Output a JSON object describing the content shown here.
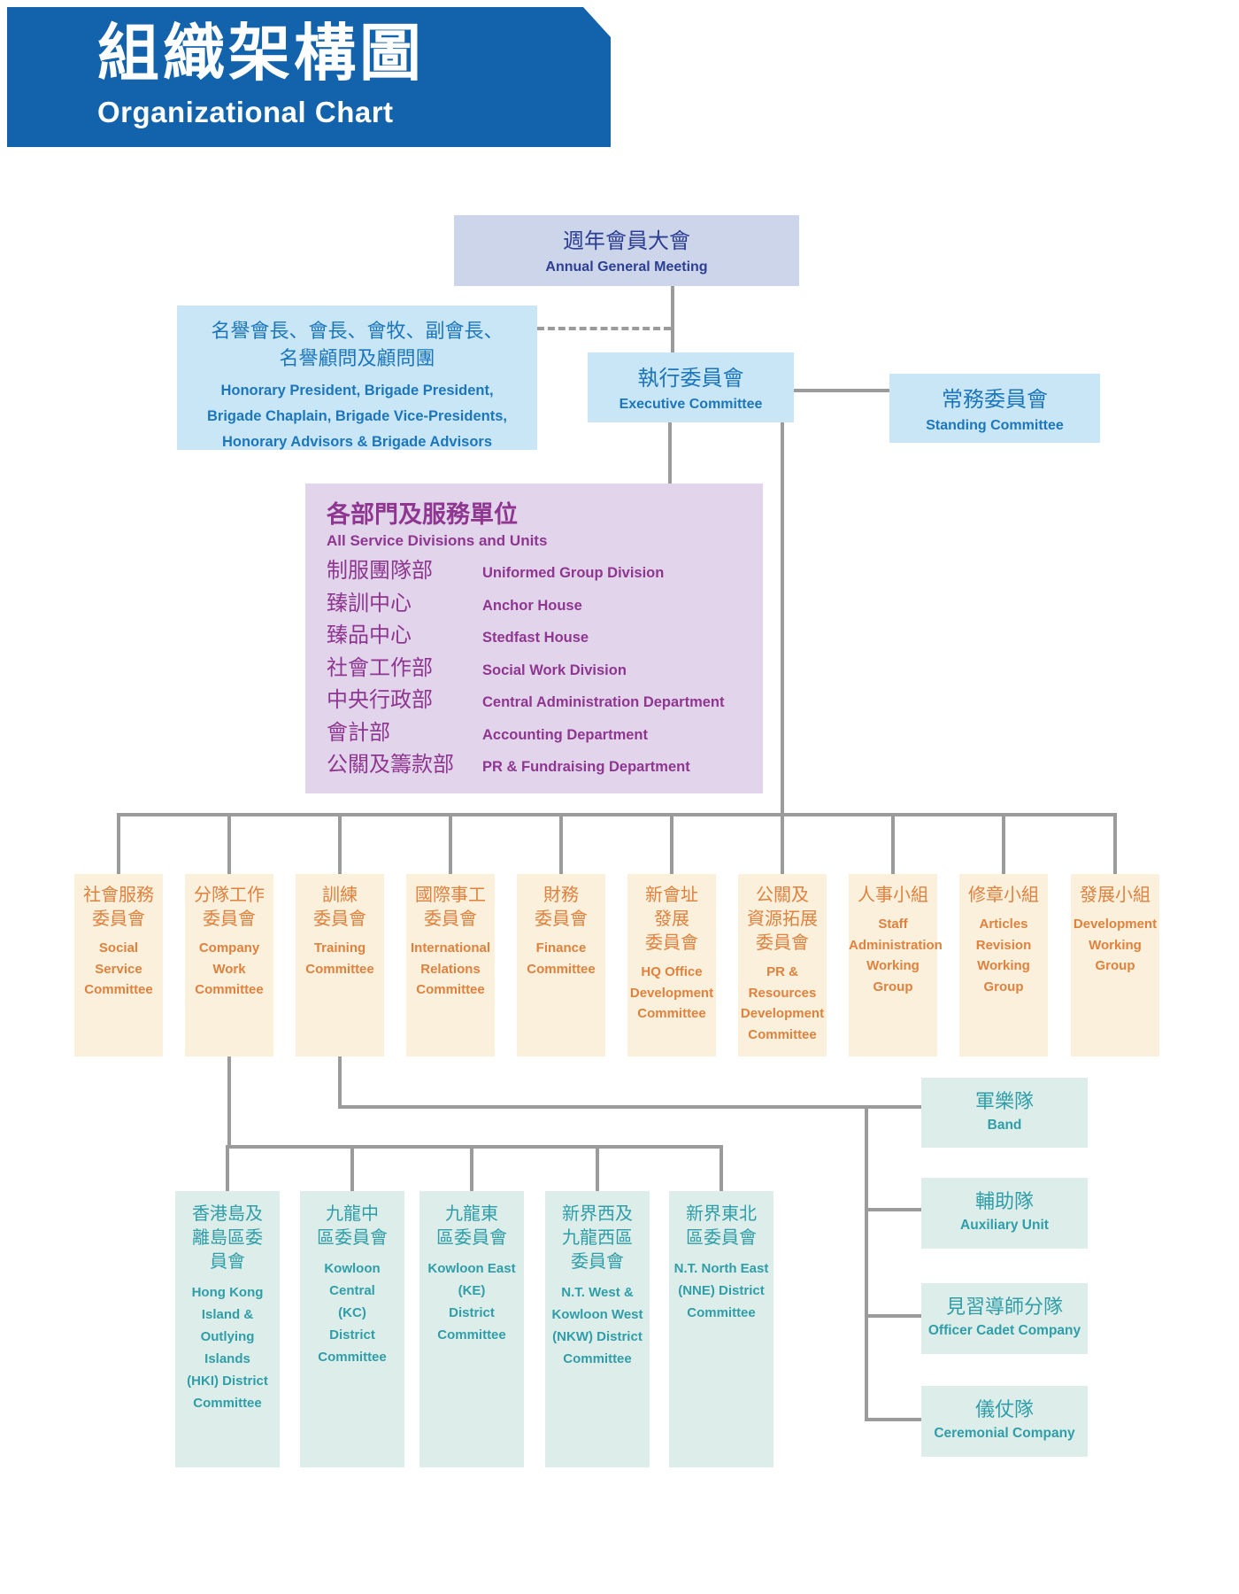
{
  "header": {
    "title_zh": "組織架構圖",
    "title_en": "Organizational Chart"
  },
  "nodes": {
    "agm": {
      "zh": "週年會員大會",
      "en": "Annual General Meeting"
    },
    "honorary": {
      "zh": "名譽會長、會長、會牧、副會長、\n名譽顧問及顧問團",
      "en": "Honorary President, Brigade President,\nBrigade Chaplain, Brigade Vice-Presidents,\nHonorary Advisors & Brigade Advisors"
    },
    "executive": {
      "zh": "執行委員會",
      "en": "Executive Committee"
    },
    "standing": {
      "zh": "常務委員會",
      "en": "Standing Committee"
    },
    "divisions": {
      "title_zh": "各部門及服務單位",
      "title_en": "All Service Divisions and Units",
      "rows": [
        {
          "zh": "制服團隊部",
          "en": "Uniformed Group Division"
        },
        {
          "zh": "臻訓中心",
          "en": "Anchor House"
        },
        {
          "zh": "臻品中心",
          "en": "Stedfast House"
        },
        {
          "zh": "社會工作部",
          "en": "Social Work Division"
        },
        {
          "zh": "中央行政部",
          "en": "Central Administration Department"
        },
        {
          "zh": "會計部",
          "en": "Accounting Department"
        },
        {
          "zh": "公關及籌款部",
          "en": "PR & Fundraising Department"
        }
      ]
    },
    "committees": [
      {
        "zh": "社會服務\n委員會",
        "en": "Social\nService\nCommittee"
      },
      {
        "zh": "分隊工作\n委員會",
        "en": "Company\nWork\nCommittee"
      },
      {
        "zh": "訓練\n委員會",
        "en": "Training\nCommittee"
      },
      {
        "zh": "國際事工\n委員會",
        "en": "International\nRelations\nCommittee"
      },
      {
        "zh": "財務\n委員會",
        "en": "Finance\nCommittee"
      },
      {
        "zh": "新會址\n發展\n委員會",
        "en": "HQ Office\nDevelopment\nCommittee"
      },
      {
        "zh": "公關及\n資源拓展\n委員會",
        "en": "PR &\nResources\nDevelopment\nCommittee"
      },
      {
        "zh": "人事小組",
        "en": "Staff\nAdministration\nWorking Group"
      },
      {
        "zh": "修章小組",
        "en": "Articles\nRevision\nWorking\nGroup"
      },
      {
        "zh": "發展小組",
        "en": "Development\nWorking\nGroup"
      }
    ],
    "districts": [
      {
        "zh": "香港島及\n離島區委\n員會",
        "en": "Hong Kong\nIsland &\nOutlying\nIslands\n(HKI) District\nCommittee"
      },
      {
        "zh": "九龍中\n區委員會",
        "en": "Kowloon\nCentral\n(KC)\nDistrict\nCommittee"
      },
      {
        "zh": "九龍東\n區委員會",
        "en": "Kowloon East\n(KE)\nDistrict\nCommittee"
      },
      {
        "zh": "新界西及\n九龍西區\n委員會",
        "en": "N.T. West &\nKowloon West\n(NKW) District\nCommittee"
      },
      {
        "zh": "新界東北\n區委員會",
        "en": "N.T. North East\n(NNE) District\nCommittee"
      }
    ],
    "units": [
      {
        "zh": "軍樂隊",
        "en": "Band"
      },
      {
        "zh": "輔助隊",
        "en": "Auxiliary Unit"
      },
      {
        "zh": "見習導師分隊",
        "en": "Officer Cadet Company"
      },
      {
        "zh": "儀仗隊",
        "en": "Ceremonial Company"
      }
    ]
  },
  "colors": {
    "banner-bg": "#1263ab",
    "line": "#9b9b9b",
    "agm-bg": "#cdd5ea",
    "agm-text": "#2c3f93",
    "blue-bg": "#c9e6f6",
    "blue-text": "#1c76bc",
    "purple-bg": "#e1d4eb",
    "purple-text": "#8f3691",
    "cream-bg": "#faf0dc",
    "orange-text": "#e0813e",
    "teal-bg": "#ddede9",
    "teal-text": "#2f9ea9"
  }
}
